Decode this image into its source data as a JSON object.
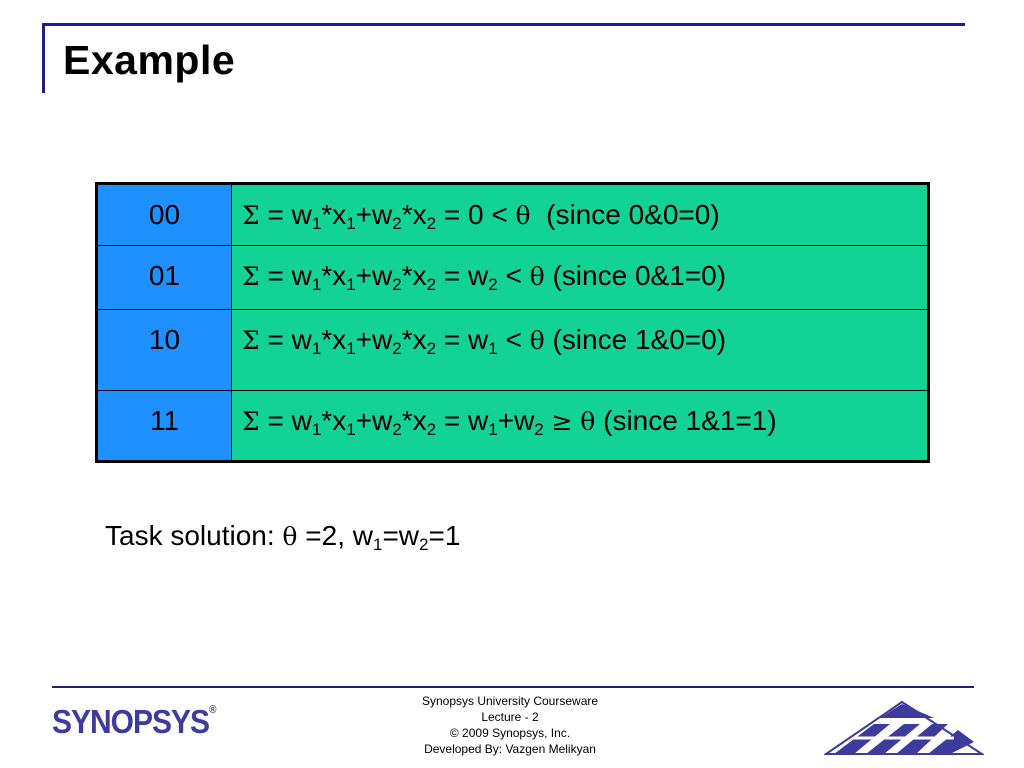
{
  "slide": {
    "title": "Example"
  },
  "table": {
    "rows": [
      {
        "input": "00",
        "result": "0",
        "relation": "<",
        "note": "(since 0&0=0)"
      },
      {
        "input": "01",
        "result": "w",
        "result_sub": "2",
        "relation": "<",
        "note": "(since 0&1=0)"
      },
      {
        "input": "10",
        "result": "w",
        "result_sub": "1",
        "relation": "<",
        "note": "(since 1&0=0)"
      },
      {
        "input": "11",
        "result": "w",
        "result_sub": "1",
        "result_tail": "+w",
        "result_tail_sub": "2",
        "relation": "≥",
        "note": "(since 1&1=1)"
      }
    ],
    "colors": {
      "input_bg": "#1e90ff",
      "expr_bg": "#13d296"
    }
  },
  "task": {
    "label": "Task solution:",
    "theta_value": "=2,",
    "w": "w",
    "w1_sub": "1",
    "eq": "=w",
    "w2_sub": "2",
    "value": "=1"
  },
  "footer": {
    "line1": "Synopsys University Courseware",
    "line2": "Lecture  - 2",
    "line3": "© 2009 Synopsys, Inc.",
    "line4": "Developed By: Vazgen Melikyan"
  },
  "logo": {
    "text": "SYNOPSYS",
    "reg": "®"
  },
  "brand_color": "#1f1c8f"
}
